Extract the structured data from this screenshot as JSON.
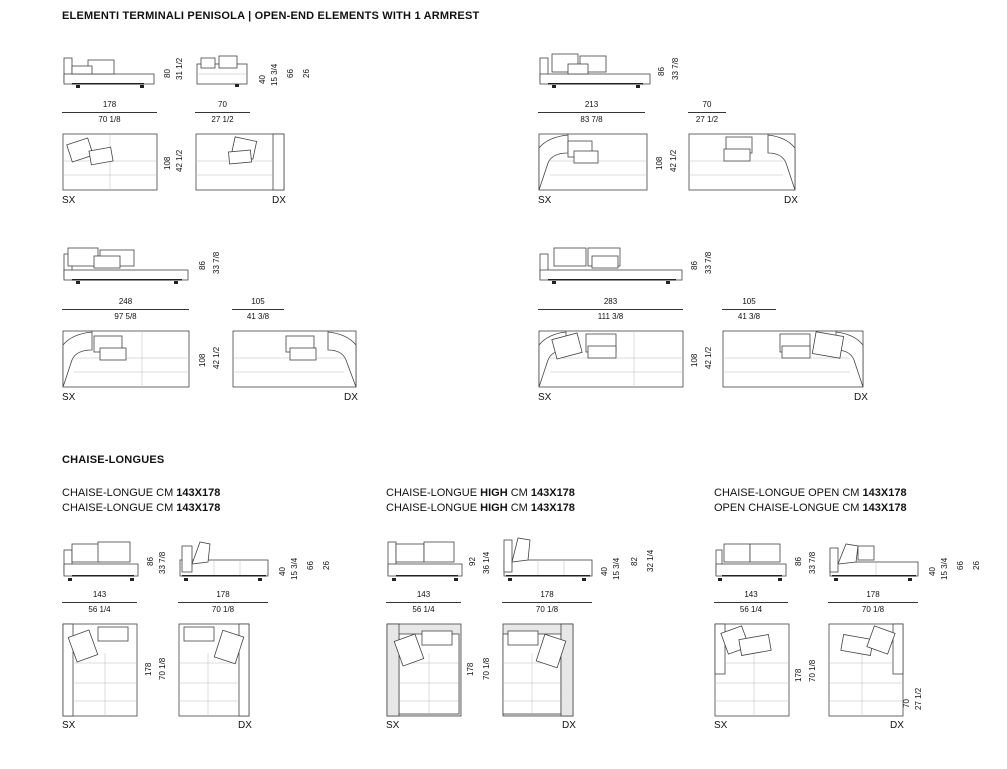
{
  "title_top": "ELEMENTI TERMINALI PENISOLA | OPEN-END ELEMENTS WITH 1 ARMREST",
  "title_chaise": "CHAISE-LONGUES",
  "labels": {
    "sx": "SX",
    "dx": "DX"
  },
  "open_end": {
    "e178": {
      "w_cm": "178",
      "w_in": "70 1/8",
      "side_w_cm": "70",
      "side_w_in": "27 1/2",
      "d_cm": "108",
      "d_in": "42 1/2",
      "h_cm": "80",
      "h_in": "31 1/2",
      "side_h": [
        "40",
        "15 3/4",
        "66",
        "26"
      ]
    },
    "e213": {
      "w_cm": "213",
      "w_in": "83 7/8",
      "side_w_cm": "70",
      "side_w_in": "27 1/2",
      "d_cm": "108",
      "d_in": "42 1/2",
      "h_cm": "86",
      "h_in": "33 7/8"
    },
    "e248": {
      "w_cm": "248",
      "w_in": "97 5/8",
      "side_w_cm": "105",
      "side_w_in": "41 3/8",
      "d_cm": "108",
      "d_in": "42 1/2",
      "h_cm": "86",
      "h_in": "33 7/8"
    },
    "e283": {
      "w_cm": "283",
      "w_in": "111 3/8",
      "side_w_cm": "105",
      "side_w_in": "41 3/8",
      "d_cm": "108",
      "d_in": "42 1/2",
      "h_cm": "86",
      "h_in": "33 7/8"
    }
  },
  "chaise": {
    "c1": {
      "cap1_a": "CHAISE-LONGUE CM ",
      "cap1_b": "143X178",
      "cap2_a": "CHAISE-LONGUE CM ",
      "cap2_b": "143X178",
      "w_cm": "143",
      "w_in": "56 1/4",
      "side_w_cm": "178",
      "side_w_in": "70 1/8",
      "h_cm": "86",
      "h_in": "33 7/8",
      "side_h": [
        "40",
        "15 3/4",
        "66",
        "26"
      ],
      "d_cm": "178",
      "d_in": "70 1/8"
    },
    "c2": {
      "cap1_a": "CHAISE-LONGUE ",
      "cap1_hi": "HIGH",
      "cap1_b": " CM ",
      "cap1_c": "143X178",
      "cap2_a": "CHAISE-LONGUE ",
      "cap2_hi": "HIGH",
      "cap2_b": " CM ",
      "cap2_c": "143X178",
      "w_cm": "143",
      "w_in": "56 1/4",
      "side_w_cm": "178",
      "side_w_in": "70 1/8",
      "h_cm": "92",
      "h_in": "36 1/4",
      "side_h": [
        "40",
        "15 3/4",
        "82",
        "32 1/4"
      ],
      "d_cm": "178",
      "d_in": "70 1/8"
    },
    "c3": {
      "cap1_a": "CHAISE-LONGUE OPEN CM ",
      "cap1_b": "143X178",
      "cap2_a": "OPEN CHAISE-LONGUE CM ",
      "cap2_b": "143X178",
      "w_cm": "143",
      "w_in": "56 1/4",
      "side_w_cm": "178",
      "side_w_in": "70 1/8",
      "h_cm": "86",
      "h_in": "33 7/8",
      "side_h": [
        "40",
        "15 3/4",
        "66",
        "26"
      ],
      "d_cm": "178",
      "d_in": "70 1/8",
      "arm_cm": "70",
      "arm_in": "27 1/2"
    }
  }
}
